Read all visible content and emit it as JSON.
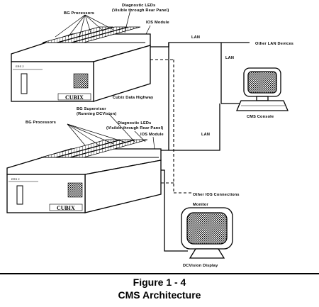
{
  "labels": {
    "bg_processors_top": "BG Processors",
    "diag_leds_top_1": "Diagnostic LEDs",
    "diag_leds_top_2": "(Visible through Rear Panel)",
    "ios_module_top": "IOS Module",
    "lan_top": "LAN",
    "other_lan_devices": "Other LAN Devices",
    "lan_console": "LAN",
    "cms_console": "CMS Console",
    "cubix_data_highway": "Cubix Data Highway",
    "bg_supervisor_1": "BG Supervisor",
    "bg_supervisor_2": "(Running DCVision)",
    "diag_leds_bottom_1": "Diagnostic LEDs",
    "diag_leds_bottom_2": "(Visible through Rear Panel)",
    "bg_processors_bottom": "BG Processors",
    "ios_module_bottom": "IOS Module",
    "lan_bottom": "LAN",
    "other_ios_connections": "Other IOS Connections",
    "monitor": "Monitor",
    "dcvision_display": "DCVision Display",
    "unit_model_top": "ERS 2",
    "unit_model_bottom": "ERS 2",
    "unit_logo": "CUBIX"
  },
  "caption": {
    "figure_number": "Figure 1 - 4",
    "title": "CMS Architecture"
  },
  "colors": {
    "ink": "#000000",
    "paper": "#ffffff"
  }
}
